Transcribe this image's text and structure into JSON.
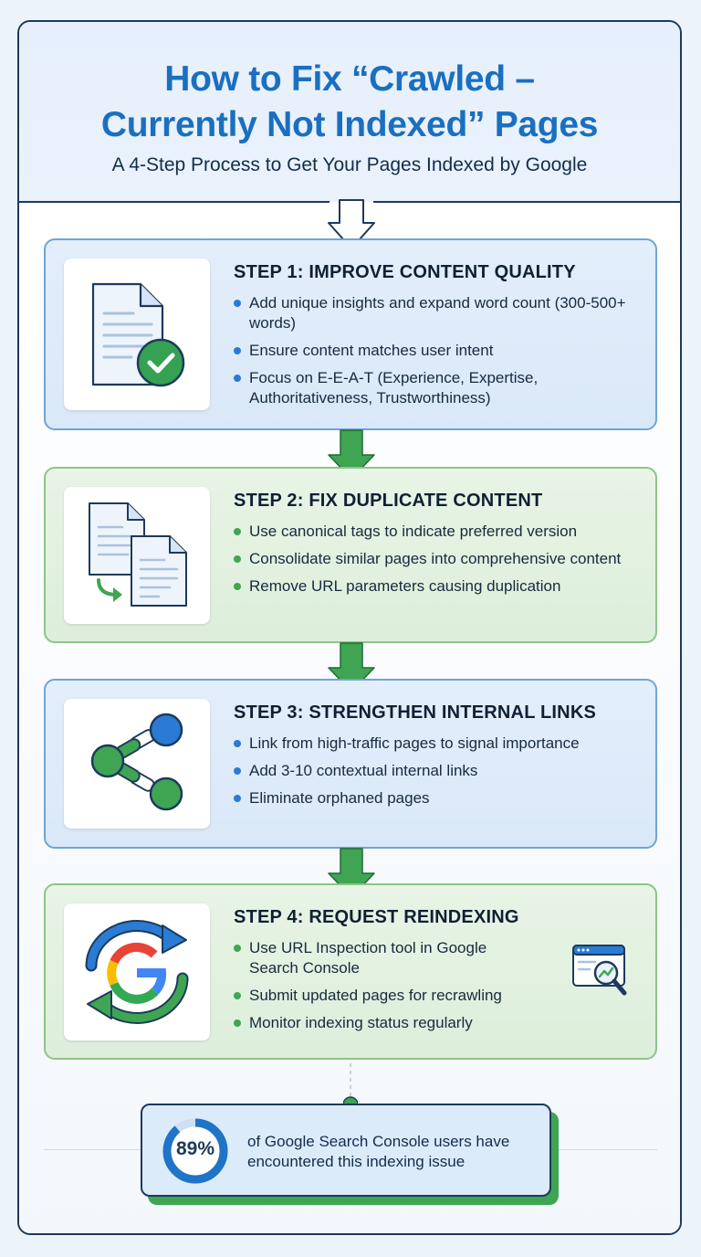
{
  "header": {
    "title_line1": "How to Fix “Crawled –",
    "title_line2": "Currently Not Indexed” Pages",
    "subtitle": "A 4-Step Process to Get Your Pages Indexed by Google"
  },
  "steps": [
    {
      "title": "STEP 1: IMPROVE CONTENT QUALITY",
      "icon": "document-check-icon",
      "bullets": [
        "Add unique insights and expand word count (300-500+ words)",
        "Ensure content matches user intent",
        "Focus on E-E-A-T (Experience, Expertise, Authoritativeness, Trustworthiness)"
      ]
    },
    {
      "title": "STEP 2: FIX DUPLICATE CONTENT",
      "icon": "duplicate-documents-icon",
      "bullets": [
        "Use canonical tags to indicate preferred version",
        "Consolidate similar pages into comprehensive content",
        "Remove URL parameters causing duplication"
      ]
    },
    {
      "title": "STEP 3: STRENGTHEN INTERNAL LINKS",
      "icon": "chain-link-network-icon",
      "bullets": [
        "Link from high-traffic pages to signal importance",
        "Add 3-10 contextual internal links",
        "Eliminate orphaned pages"
      ]
    },
    {
      "title": "STEP 4: REQUEST REINDEXING",
      "icon": "google-refresh-icon",
      "bullets": [
        "Use URL Inspection tool in Google Search Console",
        "Submit updated pages for recrawling",
        "Monitor indexing status regularly"
      ]
    }
  ],
  "stat": {
    "value": "89%",
    "fraction": 0.89,
    "text": "of Google Search Console users have encountered this indexing issue"
  },
  "colors": {
    "title_blue": "#1a6fc0",
    "dark_navy": "#1c3a5c",
    "step_blue_bg": "#dde9f8",
    "step_green_bg": "#e2f0df",
    "accent_green": "#3fa552",
    "accent_blue": "#2a7bd4"
  }
}
